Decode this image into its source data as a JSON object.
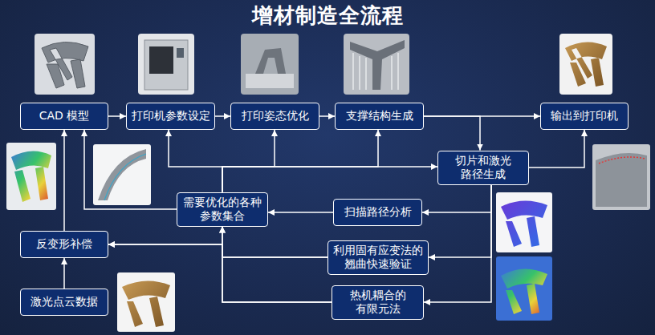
{
  "diagram": {
    "title": "增材制造全流程",
    "nodes": [
      {
        "text": [
          "CAD 模型"
        ]
      },
      {
        "text": [
          "打印机参数设定"
        ]
      },
      {
        "text": [
          "打印姿态优化"
        ]
      },
      {
        "text": [
          "支撑结构生成"
        ]
      },
      {
        "text": [
          "输出到打印机"
        ]
      },
      {
        "text": [
          "切片和激光 路径生成"
        ]
      },
      {
        "text": [
          "需要优化的各种 参数集合"
        ]
      },
      {
        "text": [
          "扫描路径分析"
        ]
      },
      {
        "text": [
          "反变形补偿"
        ]
      },
      {
        "text": [
          "利用固有应变法的 翘曲快速验证"
        ]
      },
      {
        "text": [
          "激光点云数据"
        ]
      },
      {
        "text": [
          "热机耦合的 有限元法"
        ]
      }
    ],
    "edges": [
      {
        "from": 0,
        "to": 1,
        "arrow": "to"
      },
      {
        "from": 1,
        "to": 2,
        "arrow": "to"
      },
      {
        "from": 2,
        "to": 3,
        "arrow": "to"
      },
      {
        "from": 3,
        "to": 4,
        "arrow": "to"
      },
      {
        "from": 3,
        "to": 5,
        "arrow": "to"
      },
      {
        "from": 5,
        "to": 4,
        "arrow": "to"
      },
      {
        "from": 6,
        "to": 1,
        "arrow": "to"
      },
      {
        "from": 6,
        "to": 2,
        "arrow": "to"
      },
      {
        "from": 6,
        "to": 3,
        "arrow": "to"
      },
      {
        "from": 6,
        "to": 5,
        "arrow": "to"
      },
      {
        "from": 6,
        "to": 0,
        "arrow": "to"
      },
      {
        "from": 7,
        "to": 6,
        "arrow": "to"
      },
      {
        "from": 5,
        "to": 7,
        "arrow": "to"
      },
      {
        "from": 5,
        "to": 9,
        "arrow": "to"
      },
      {
        "from": 5,
        "to": 11,
        "arrow": "to"
      },
      {
        "from": 9,
        "to": 8,
        "arrow": "to"
      },
      {
        "from": 11,
        "to": 8,
        "arrow": "to"
      },
      {
        "from": 9,
        "to": 6,
        "arrow": "to"
      },
      {
        "from": 11,
        "to": 6,
        "arrow": "to"
      },
      {
        "from": 10,
        "to": 8,
        "arrow": "to"
      },
      {
        "from": 8,
        "to": 0,
        "arrow": "to"
      }
    ]
  }
}
